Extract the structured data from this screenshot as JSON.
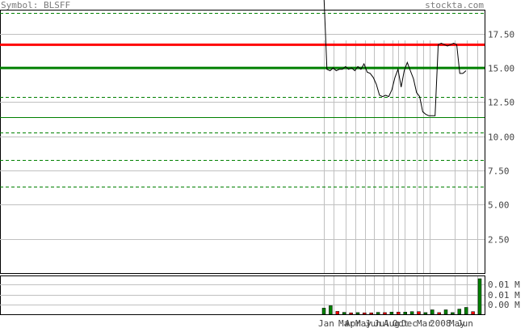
{
  "header": {
    "symbol_label": "Symbol: BLSFF",
    "site_label": "stockta.com"
  },
  "colors": {
    "price_line": "#000000",
    "resistance": "#ff0000",
    "support": "#008000",
    "dashed_level": "#008000",
    "grid": "#c0c0c0",
    "volume_up": "#008000",
    "volume_down": "#ff0000"
  },
  "chart_data": [
    {
      "type": "line",
      "title": "Symbol: BLSFF",
      "y_ticks": [
        "17.50",
        "15.00",
        "12.50",
        "10.00",
        "7.50",
        "5.00",
        "2.50"
      ],
      "ylim": [
        0,
        19.2
      ],
      "x_ticks": [
        "Jan",
        "Mar",
        "Apr",
        "May",
        "Jun",
        "Jul",
        "Aug",
        "Oct",
        "Dec",
        "Mar",
        "2008",
        "May",
        "Jun"
      ],
      "levels": {
        "resistance": 16.7,
        "support": 15.0,
        "solid_green": 11.4,
        "dashed": [
          19.0,
          12.9,
          10.3,
          8.3,
          6.3
        ]
      },
      "series": [
        {
          "values": [
            21.0,
            14.9,
            14.8,
            15.0,
            14.8,
            14.9,
            14.9,
            15.1,
            14.9,
            15.0,
            14.8,
            15.1,
            14.9,
            15.3,
            14.7,
            14.6,
            14.3,
            13.8,
            13.0,
            12.9,
            13.0,
            12.9,
            13.4,
            14.3,
            14.9,
            13.6,
            14.8,
            15.4,
            14.8,
            14.2,
            13.2,
            12.9,
            11.8,
            11.6,
            11.5,
            11.5,
            11.5,
            16.7,
            16.8,
            16.7,
            16.6,
            16.7,
            16.8,
            16.7,
            14.6,
            14.6,
            14.8
          ]
        }
      ]
    },
    {
      "type": "bar",
      "y_ticks": [
        "0.01 M",
        "0.01 M",
        "0.00 M"
      ],
      "values": [
        0.0025,
        0.0035,
        0.0012,
        0.0008,
        0.0006,
        0.0007,
        0.0006,
        0.0006,
        0.0008,
        0.0007,
        0.0009,
        0.0009,
        0.0009,
        0.0011,
        0.0011,
        0.0007,
        0.0018,
        0.0007,
        0.0018,
        0.0007,
        0.0021,
        0.0028,
        0.0011,
        0.0145
      ],
      "colors": [
        "up",
        "up",
        "down",
        "up",
        "down",
        "up",
        "down",
        "down",
        "up",
        "down",
        "up",
        "down",
        "up",
        "up",
        "down",
        "up",
        "up",
        "down",
        "up",
        "up",
        "up",
        "up",
        "down",
        "up"
      ]
    }
  ]
}
